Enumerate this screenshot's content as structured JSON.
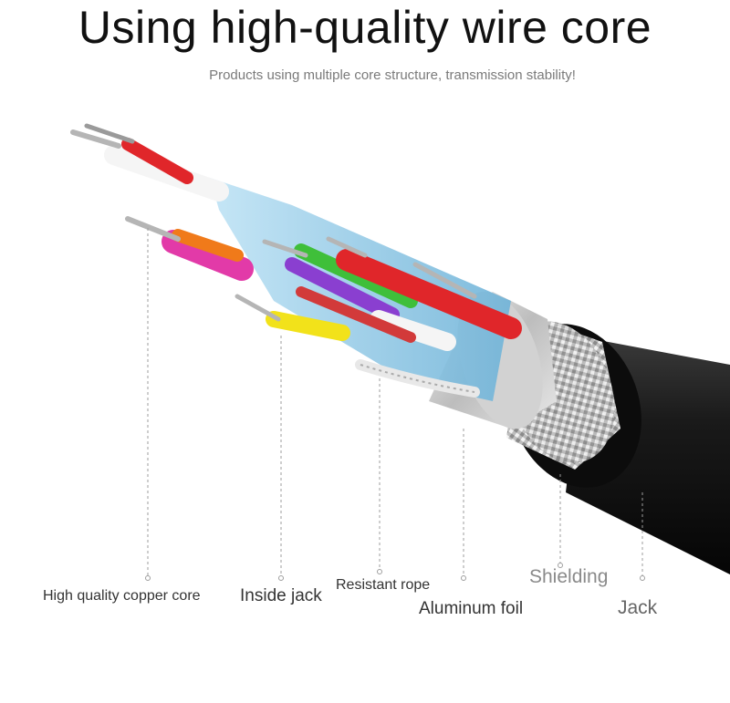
{
  "header": {
    "title": "Using high-quality wire core",
    "subtitle": "Products using multiple core structure, transmission stability!"
  },
  "labels": {
    "copper_core": "High quality copper core",
    "inside_jack": "Inside jack",
    "resistant_rope": "Resistant rope",
    "aluminum_foil": "Aluminum foil",
    "shielding": "Shielding",
    "jack": "Jack"
  },
  "colors": {
    "jacket": "#161616",
    "braid": "#c9c9c9",
    "foil": "#d9d9d9",
    "inner_shield": "#8fc8e6",
    "core_red": "#e0262a",
    "core_orange": "#f07a1a",
    "core_magenta": "#e23aa8",
    "core_green": "#3fbf3a",
    "core_purple": "#8a3fd0",
    "core_yellow": "#f2e21a",
    "core_white": "#f5f5f5"
  }
}
